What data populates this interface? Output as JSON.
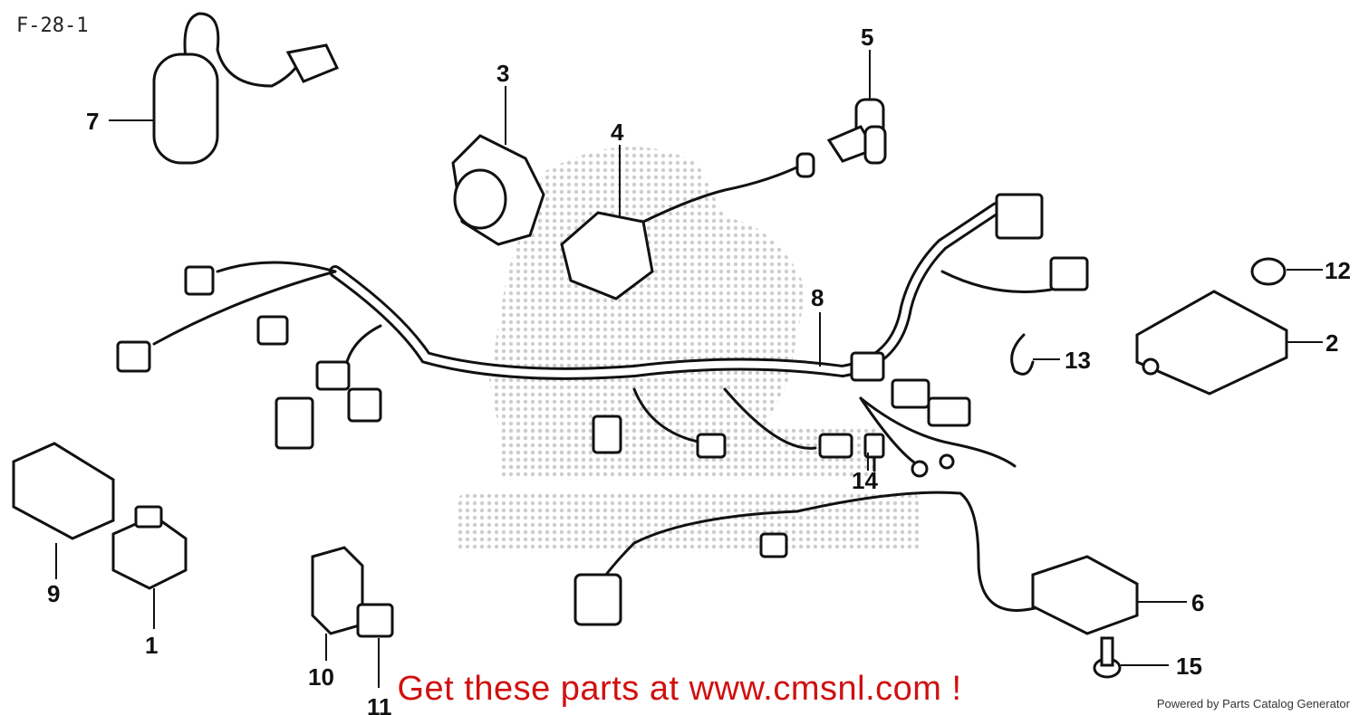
{
  "diagram": {
    "id": "F-28-1",
    "callouts": [
      "1",
      "2",
      "3",
      "4",
      "5",
      "6",
      "7",
      "8",
      "9",
      "10",
      "11",
      "12",
      "13",
      "14",
      "15"
    ]
  },
  "footer": {
    "cta": "Get these parts at www.cmsnl.com !",
    "powered_by": "Powered by Parts Catalog Generator"
  },
  "colors": {
    "cta": "#d01010",
    "ink": "#111111",
    "watermark": "#cccccc"
  }
}
